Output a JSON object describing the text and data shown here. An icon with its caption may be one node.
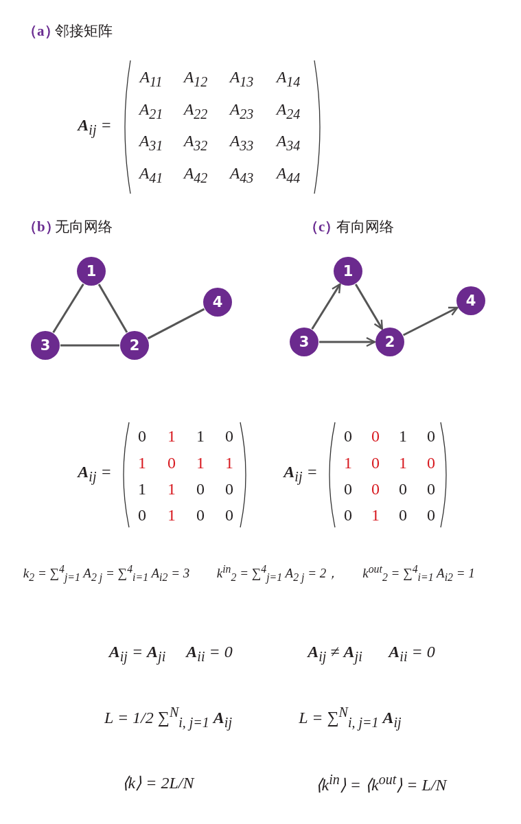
{
  "diagram": {
    "nodes": [
      {
        "text": [
          "1"
        ]
      },
      {
        "text": [
          "2"
        ]
      },
      {
        "text": [
          "3"
        ]
      },
      {
        "text": [
          "4"
        ]
      },
      {
        "text": [
          "1"
        ]
      },
      {
        "text": [
          "2"
        ]
      },
      {
        "text": [
          "3"
        ]
      },
      {
        "text": [
          "4"
        ]
      }
    ],
    "edges": [
      {
        "from": 0,
        "to": 2,
        "arrow": "none"
      },
      {
        "from": 0,
        "to": 1,
        "arrow": "none"
      },
      {
        "from": 2,
        "to": 1,
        "arrow": "none"
      },
      {
        "from": 1,
        "to": 3,
        "arrow": "none"
      },
      {
        "from": 6,
        "to": 4,
        "arrow": "to"
      },
      {
        "from": 4,
        "to": 5,
        "arrow": "to"
      },
      {
        "from": 6,
        "to": 5,
        "arrow": "to"
      },
      {
        "from": 5,
        "to": 7,
        "arrow": "to"
      }
    ],
    "labels": [
      "（a）",
      "邻接矩阵",
      "**A**$_{ij}$ =",
      "A$_{11}$",
      "A$_{12}$",
      "A$_{13}$",
      "A$_{14}$",
      "A$_{21}$",
      "A$_{22}$",
      "A$_{23}$",
      "A$_{24}$",
      "A$_{31}$",
      "A$_{32}$",
      "A$_{33}$",
      "A$_{34}$",
      "A$_{41}$",
      "A$_{42}$",
      "A$_{43}$",
      "A$_{44}$",
      "（b）",
      "无向网络",
      "（c）",
      "有向网络",
      "**A**$_{ij}$ =",
      "0",
      "1",
      "1",
      "0",
      "1",
      "0",
      "1",
      "1",
      "1",
      "1",
      "0",
      "0",
      "0",
      "1",
      "0",
      "0",
      "**A**$_{ij}$ =",
      "0",
      "0",
      "1",
      "0",
      "1",
      "0",
      "1",
      "0",
      "0",
      "0",
      "0",
      "0",
      "0",
      "1",
      "0",
      "0",
      "k$_{2}$ = ∑$^{4}$$_{j=1}$ A$_{2 j}$ = ∑$^{4}$$_{i=1}$ A$_{i2}$ = 3",
      "k$^{in}$$_{2}$ = ∑$^{4}$$_{j=1}$ A$_{2 j}$ = 2，",
      "k$^{out}$$_{2}$ = ∑$^{4}$$_{i=1}$ A$_{i2}$ = 1",
      "**A**$_{ij}$ = **A**$_{ji}$",
      "**A**$_{ii}$ = 0",
      "**A**$_{ij}$ ≠ **A**$_{ji}$",
      "**A**$_{ii}$ = 0",
      "L = 1/2 ∑$^{N}$$_{i, j=1}$ **A**$_{ij}$",
      "L = ∑$^{N}$$_{i, j=1}$ **A**$_{ij}$",
      "⟨k⟩ = 2L/N",
      "⟨k$^{in}$⟩ = ⟨k$^{out}$⟩ = L/N"
    ]
  }
}
